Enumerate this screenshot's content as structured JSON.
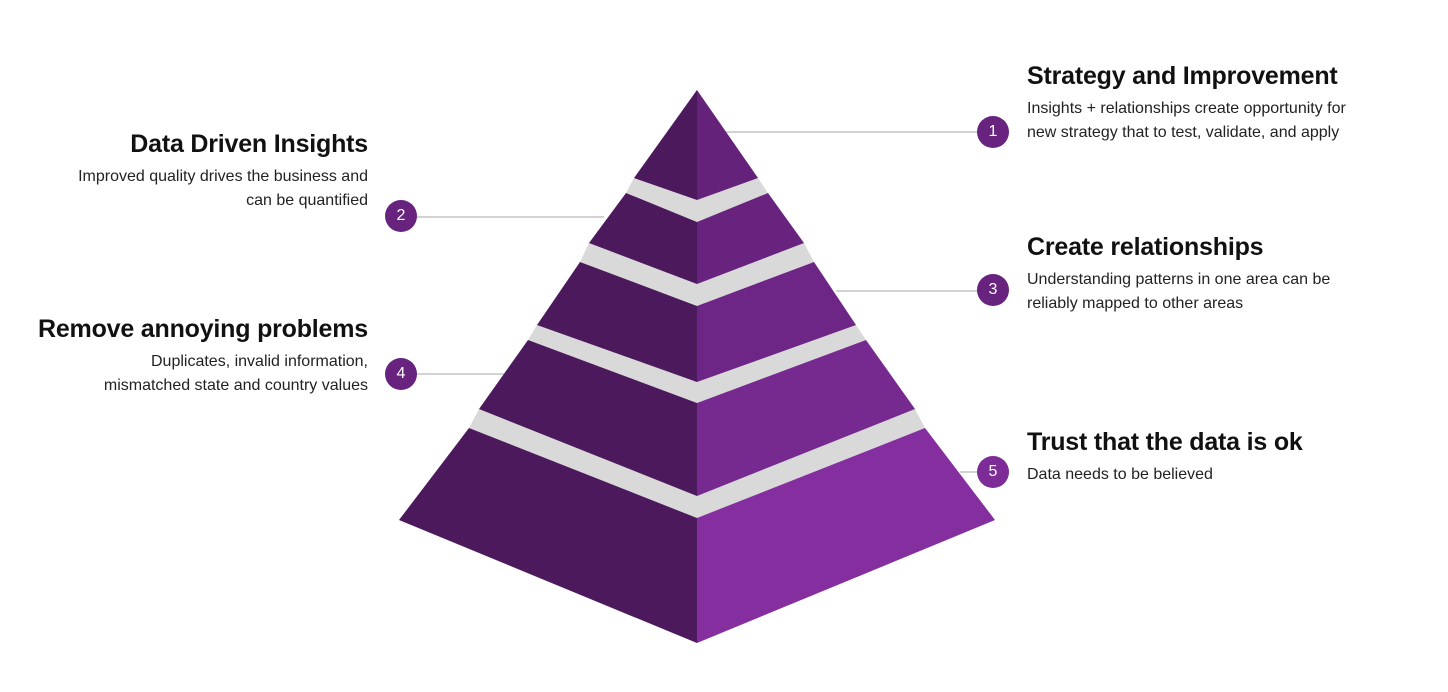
{
  "colors": {
    "left_face": "#4c1a5c",
    "gap": "#d9d9d9",
    "right_faces": [
      "#64227a",
      "#68237f",
      "#6e2686",
      "#762a8f",
      "#842ea0"
    ],
    "badge": "#68237f",
    "connector": "#c4c4c4"
  },
  "levels": [
    {
      "number": "1",
      "title": "Strategy and Improvement",
      "description": "Insights + relationships create opportunity for new strategy that to test, validate, and apply"
    },
    {
      "number": "2",
      "title": "Data Driven Insights",
      "description": "Improved quality drives the business and can be quantified"
    },
    {
      "number": "3",
      "title": "Create relationships",
      "description": "Understanding patterns in one area can be reliably mapped to other areas"
    },
    {
      "number": "4",
      "title": "Remove annoying problems",
      "description": "Duplicates, invalid information, mismatched state and country values"
    },
    {
      "number": "5",
      "title": "Trust that the data is ok",
      "description": "Data needs to be believed"
    }
  ]
}
